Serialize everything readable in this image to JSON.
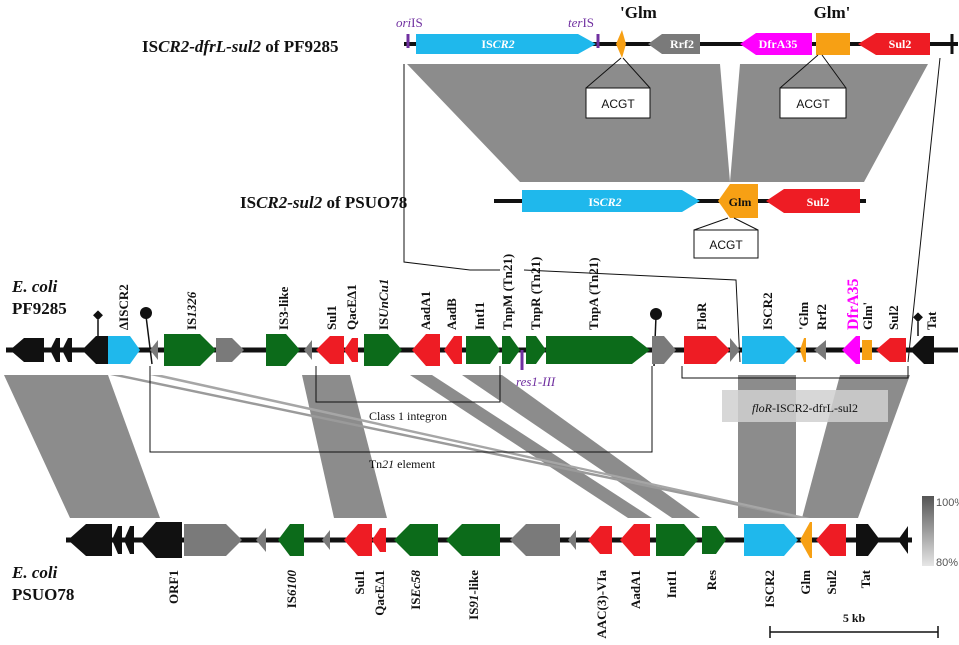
{
  "titles": {
    "top_prefix": "IS",
    "top_italic": "CR2-dfrL-sul2",
    "top_suffix": " of PF9285",
    "mid_prefix": "IS",
    "mid_italic": "CR2-sul2",
    "mid_suffix": " of PSUO78",
    "ecoli_1": "E. coli",
    "strain_1": "PF9285",
    "ecoli_2": "E. coli",
    "strain_2": "PSUO78"
  },
  "top": {
    "ori": "ori",
    "ori_is": "IS",
    "ter": "ter",
    "ter_is": "IS",
    "glm_left": "'Glm",
    "glm_right": "Glm'",
    "iscr2_a": "IS",
    "iscr2_b": "CR2",
    "rrf2": "Rrf2",
    "dfra35": "DfrA35",
    "sul2": "Sul2",
    "acgt": [
      "ACGT",
      "ACGT"
    ]
  },
  "mid": {
    "iscr2_a": "IS",
    "iscr2_b": "CR2",
    "glm": "Glm",
    "sul2": "Sul2",
    "acgt": "ACGT"
  },
  "pf_labels": {
    "d_iscr2": "ΔISCR2",
    "is1326_a": "IS",
    "is1326_b": "1326",
    "is3like": "IS3-like",
    "sul1": "Sul1",
    "qace": "QacEΔ1",
    "isuncu1_a": "IS",
    "isuncu1_b": "UnCu1",
    "aada1": "AadA1",
    "aadb": "AadB",
    "intl1": "IntI1",
    "tnpm": "TnpM (Tn21)",
    "tnpr": "TnpR (Tn21)",
    "tnpa": "TnpA (Tn21)",
    "flor": "FloR",
    "iscr2": "ISCR2",
    "glm1": "'Glm",
    "rrf2": "Rrf2",
    "dfra35": "DfrA35",
    "glm2": "Glm'",
    "sul2": "Sul2",
    "tat": "Tat",
    "res": "res1-III",
    "integron": "Class 1 integron",
    "tn21_a": "Tn",
    "tn21_b": "21",
    "tn21_c": " element",
    "flor_cluster_a": "floR",
    "flor_cluster_b": "-ISCR2-dfrL-sul2"
  },
  "ps_labels": {
    "orf1": "ORF1",
    "is6100_a": "IS",
    "is6100_b": "6100",
    "sul1": "Sul1",
    "qace": "QacEΔ1",
    "isec58_a": "IS",
    "isec58_b": "Ec58",
    "is91_a": "IS",
    "is91_b": "91",
    "is91_c": "-like",
    "aac": "AAC(3)-VIa",
    "aada1": "AadA1",
    "intl1": "IntI1",
    "res": "Res",
    "iscr2": "ISCR2",
    "glm": "Glm",
    "sul2": "Sul2",
    "tat": "Tat"
  },
  "legend": {
    "high": "100%",
    "low": "80%"
  },
  "scalebar": "5 kb",
  "colors": {
    "iscr": "#1fb8ec",
    "glm": "#f7a014",
    "resistance": "#ee1c24",
    "dfr": "#ff00ff",
    "mobile": "#0c6b1a",
    "grey": "#7a7a7a",
    "black": "#111111",
    "shade": "#8c8c8c",
    "purple": "#7030a0"
  }
}
